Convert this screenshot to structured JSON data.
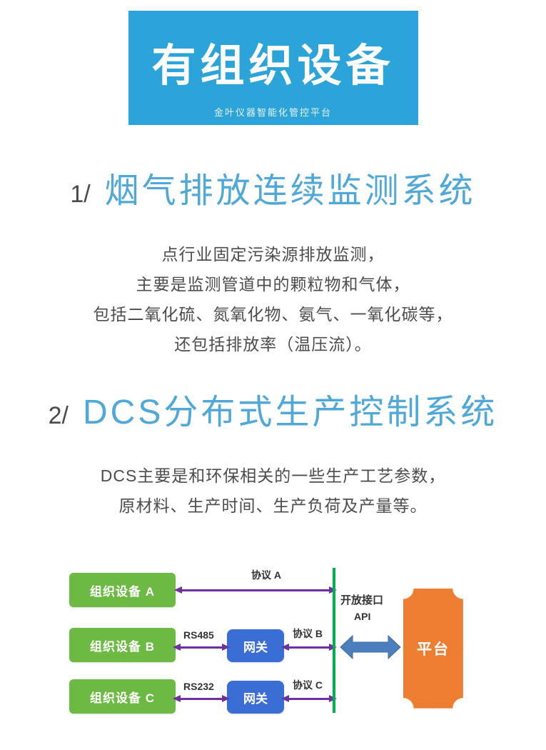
{
  "banner": {
    "title": "有组织设备",
    "subtitle": "金叶仪器智能化管控平台",
    "bg_color": "#2ca3d9"
  },
  "sections": [
    {
      "number": "1/",
      "title": "烟气排放连续监测系统",
      "body_lines": [
        "点行业固定污染源排放监测，",
        "主要是监测管道中的颗粒物和气体，",
        "包括二氧化硫、氮氧化物、氨气、一氧化碳等，",
        "还包括排放率（温压流）。"
      ]
    },
    {
      "number": "2/",
      "title": "DCS分布式生产控制系统",
      "body_lines": [
        "DCS主要是和环保相关的一些生产工艺参数，",
        "原材料、生产时间、生产负荷及产量等。"
      ]
    }
  ],
  "diagram": {
    "devices": [
      {
        "label": "组织设备 A"
      },
      {
        "label": "组织设备 B"
      },
      {
        "label": "组织设备 C"
      }
    ],
    "gateways": [
      {
        "label": "网关"
      },
      {
        "label": "网关"
      }
    ],
    "protocols": [
      {
        "label": "协议 A"
      },
      {
        "label": "协议 B"
      },
      {
        "label": "协议 C"
      }
    ],
    "serial_labels": {
      "rs485": "RS485",
      "rs232": "RS232"
    },
    "interface_label": "开放接口",
    "api_label": "API",
    "platform_label": "平台",
    "colors": {
      "device_green": "#6cb943",
      "gateway_blue": "#3a6ed5",
      "arrow_purple": "#7030a0",
      "bus_line_green": "#00b050",
      "platform_orange": "#ec7d31",
      "big_arrow_blue": "#4a7ebc",
      "heading_blue": "#4fa8d8",
      "banner_blue": "#2ca3d9",
      "footer_bar_blue": "#aadcee"
    }
  }
}
